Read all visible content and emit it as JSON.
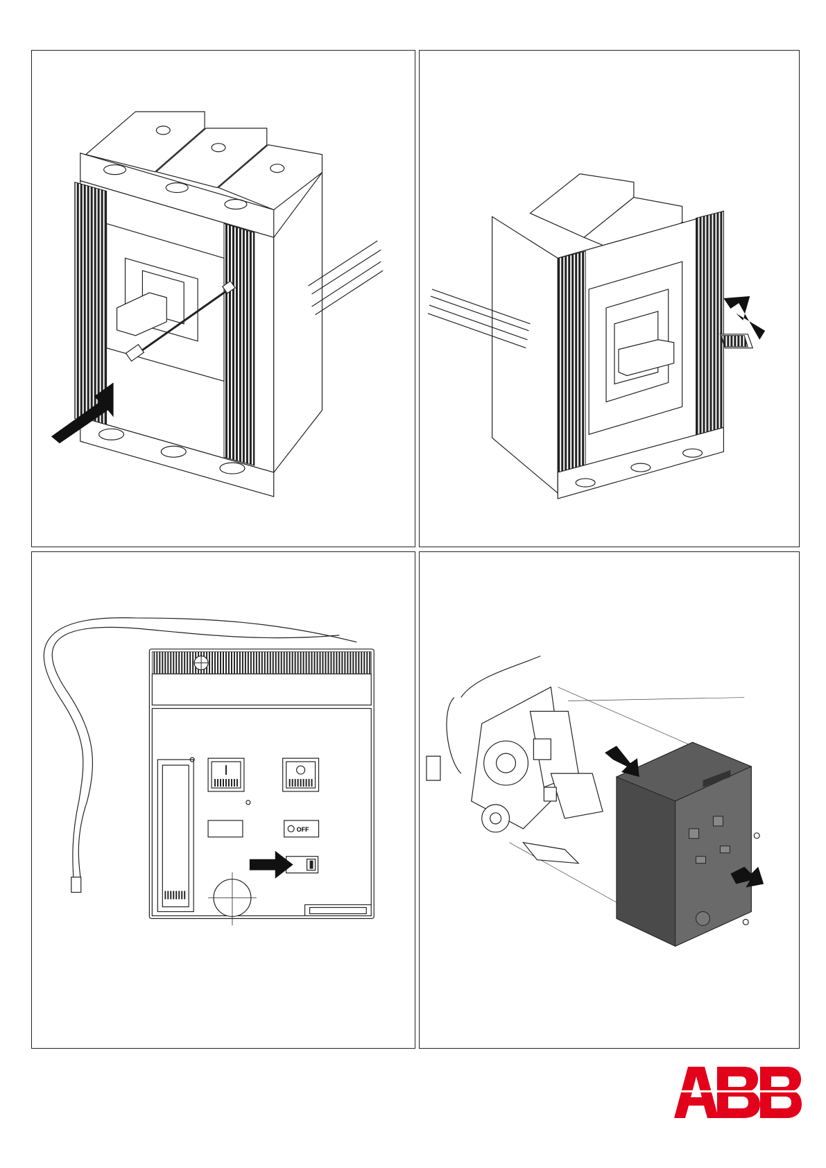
{
  "panels": [
    {
      "id": "step-1",
      "description_icon": "remove-trip-unit-connector"
    },
    {
      "id": "step-2",
      "description_icon": "insert-handle-cover"
    },
    {
      "id": "step-3",
      "description_icon": "front-cover-off-button"
    },
    {
      "id": "step-4",
      "description_icon": "remove-motor-operator-cover"
    }
  ],
  "front_panel": {
    "button_label": "OFF"
  },
  "brand": {
    "logo_text": "ABB",
    "color": "#e2001a"
  }
}
